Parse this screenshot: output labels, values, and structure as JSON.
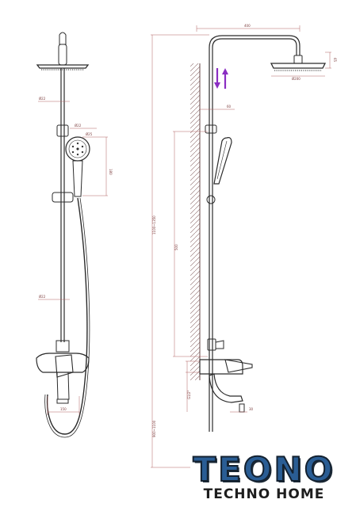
{
  "dimensions": {
    "front_top_arm": "Ø22",
    "front_slide_top": "Ø22",
    "front_handshower_top": "Ø25",
    "front_handshower_height": "180",
    "front_pipe_mid": "Ø22",
    "front_mixer_width": "150",
    "side_top_reach": "400",
    "side_head_height": "65",
    "side_head_diameter": "Ø200",
    "side_pipe_offset": "60",
    "side_total_height": "1100~1350",
    "side_slide_length": "500",
    "side_inlet_spacing": "G1/2\"",
    "side_spout": "30",
    "side_floor_height": "900~1100"
  },
  "logo": {
    "brand": "TEONO",
    "tagline": "TECHNO HOME"
  }
}
